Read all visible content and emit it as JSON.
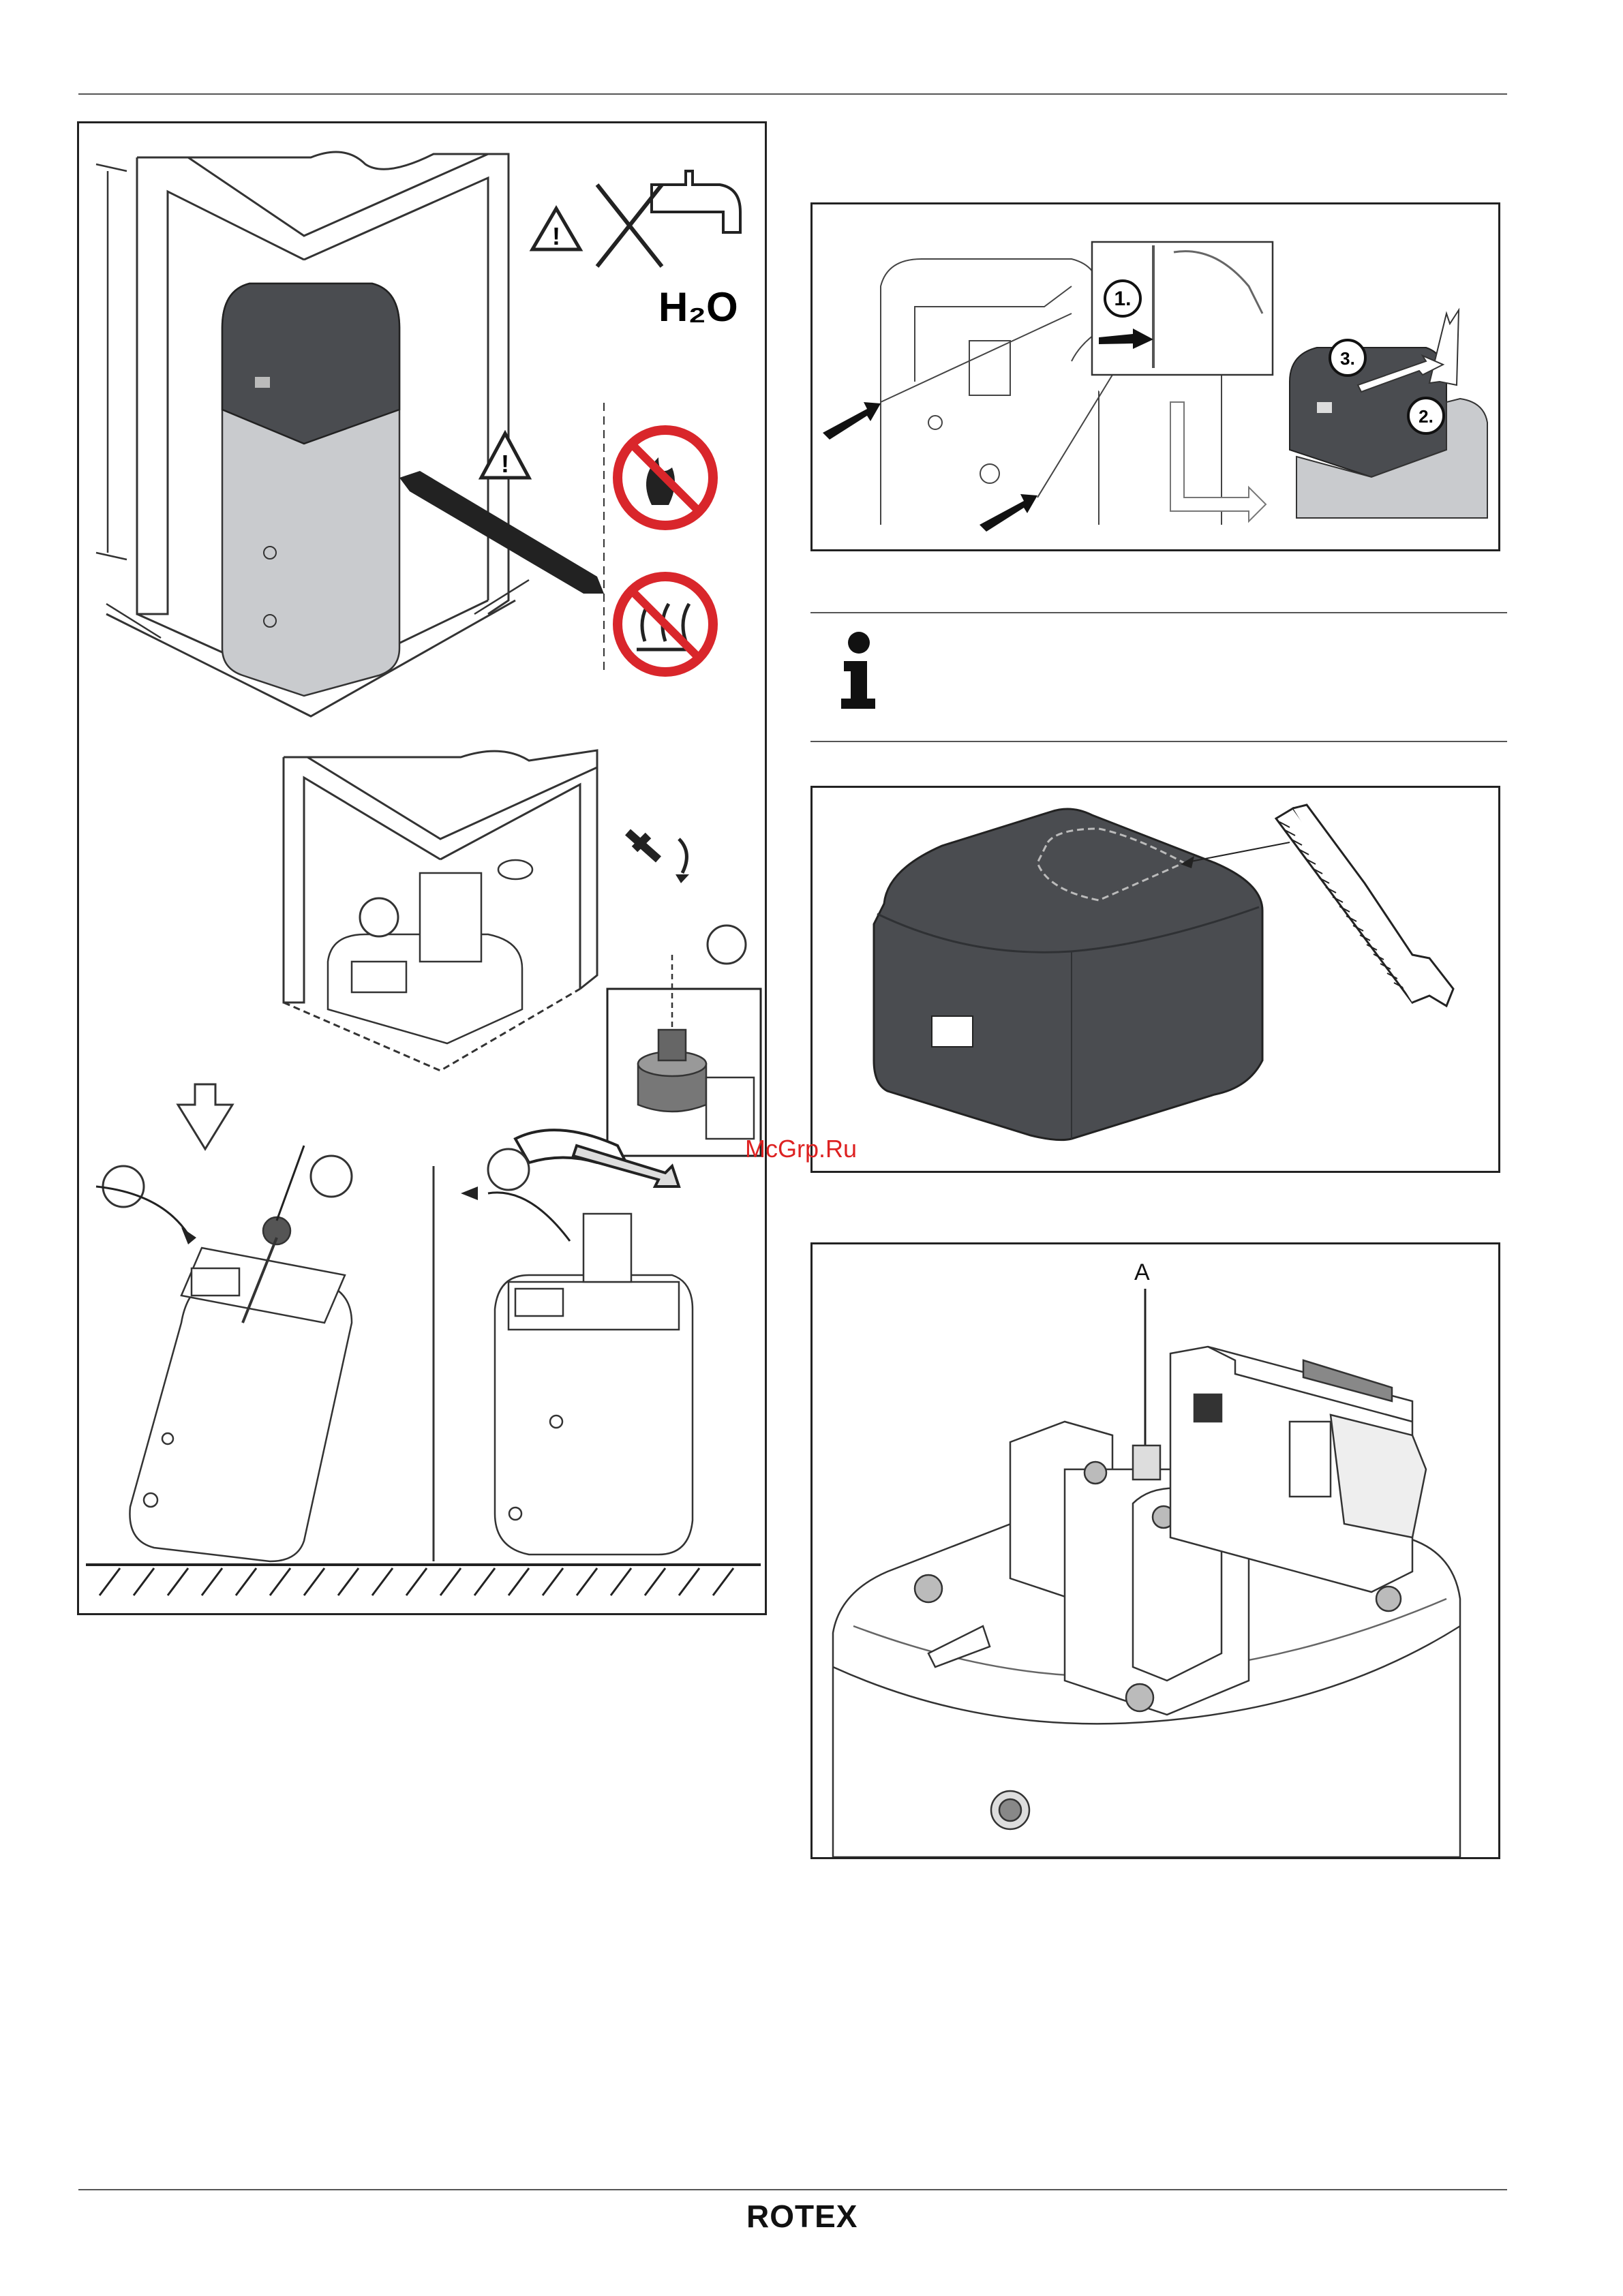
{
  "figures": {
    "remove_cover_steps": [
      "1.",
      "2.",
      "3."
    ],
    "hydraulic_unit_label": "A",
    "water_symbol": "H₂O"
  },
  "info_box": {
    "icon": "info-icon"
  },
  "watermark": "McGrp.Ru",
  "footer": {
    "brand": "ROTEX"
  },
  "colors": {
    "prohibition_red": "#d9262b",
    "unit_dark": "#4a4c50",
    "unit_silver": "#c9cbce"
  }
}
